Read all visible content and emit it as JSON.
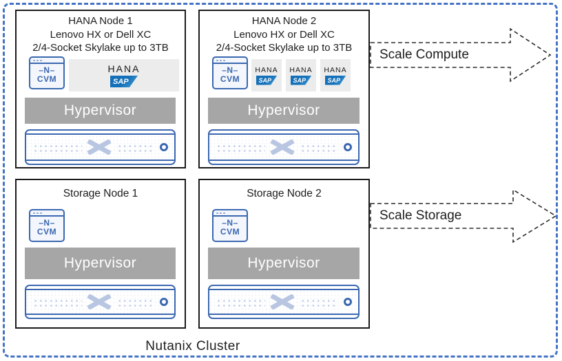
{
  "cluster": {
    "label": "Nutanix Cluster"
  },
  "arrows": {
    "compute": "Scale Compute",
    "storage": "Scale Storage"
  },
  "hypervisor_label": "Hypervisor",
  "cvm": {
    "line1": "–N–",
    "line2": "CVM"
  },
  "vm": {
    "app": "HANA",
    "vendor": "SAP"
  },
  "nodes": {
    "hana1": {
      "title": "HANA Node 1",
      "hw": "Lenovo HX or Dell XC",
      "spec": "2/4-Socket Skylake up to 3TB"
    },
    "hana2": {
      "title": "HANA Node 2",
      "hw": "Lenovo HX or Dell XC",
      "spec": "2/4-Socket Skylake up to 3TB"
    },
    "storage1": {
      "title": "Storage Node 1"
    },
    "storage2": {
      "title": "Storage Node 2"
    }
  },
  "colors": {
    "cluster_border": "#4472C4",
    "nutanix_blue": "#3A67B0",
    "logo_light_blue": "#B9C6E2",
    "hypervisor_gray": "#A6A6A6",
    "vm_bg": "#ECECEC",
    "sap_blue_dark": "#1470B8",
    "sap_blue_light": "#4BA6DC",
    "node_border": "#1A1A1A"
  }
}
